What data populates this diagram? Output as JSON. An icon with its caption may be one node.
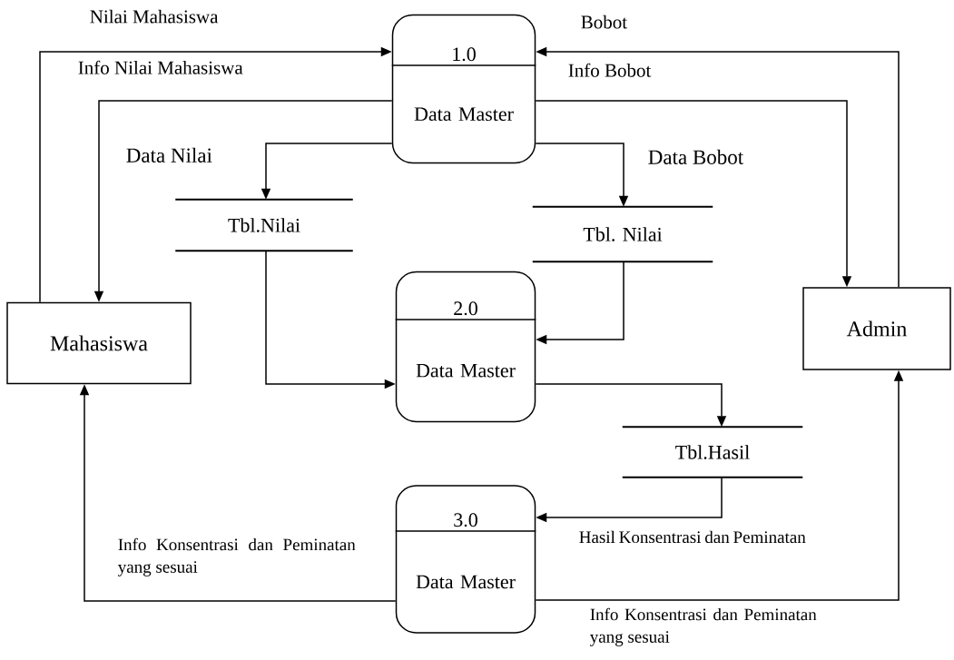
{
  "diagram": {
    "nodes": [
      {
        "text": [
          "1.0",
          "Data Master"
        ]
      },
      {
        "text": [
          "Tbl.Nilai"
        ]
      },
      {
        "text": [
          "Tbl. Nilai"
        ]
      },
      {
        "text": [
          "2.0",
          "Data Master"
        ]
      },
      {
        "text": [
          "Mahasiswa"
        ]
      },
      {
        "text": [
          "Admin"
        ]
      },
      {
        "text": [
          "Tbl.Hasil"
        ]
      },
      {
        "text": [
          "3.0",
          "Data Master"
        ]
      }
    ],
    "edges": [
      {
        "from": 4,
        "to": 0,
        "arrow": "to",
        "label": "Nilai Mahasiswa"
      },
      {
        "from": 0,
        "to": 4,
        "arrow": "to",
        "label": "Info Nilai Mahasiswa"
      },
      {
        "from": 5,
        "to": 0,
        "arrow": "to",
        "label": "Bobot"
      },
      {
        "from": 0,
        "to": 5,
        "arrow": "to",
        "label": "Info Bobot"
      },
      {
        "from": 0,
        "to": 1,
        "arrow": "to",
        "label": "Data Nilai"
      },
      {
        "from": 0,
        "to": 2,
        "arrow": "to",
        "label": "Data Bobot"
      },
      {
        "from": 1,
        "to": 3,
        "arrow": "to"
      },
      {
        "from": 2,
        "to": 3,
        "arrow": "to"
      },
      {
        "from": 3,
        "to": 6,
        "arrow": "to"
      },
      {
        "from": 6,
        "to": 7,
        "arrow": "to",
        "label": "Hasil Konsentrasi dan Peminatan"
      },
      {
        "from": 7,
        "to": 4,
        "arrow": "to",
        "label": "Info Konsentrasi dan Peminatan yang sesuai"
      },
      {
        "from": 7,
        "to": 5,
        "arrow": "to",
        "label": "Info Konsentrasi dan Peminatan yang sesuai"
      }
    ]
  }
}
